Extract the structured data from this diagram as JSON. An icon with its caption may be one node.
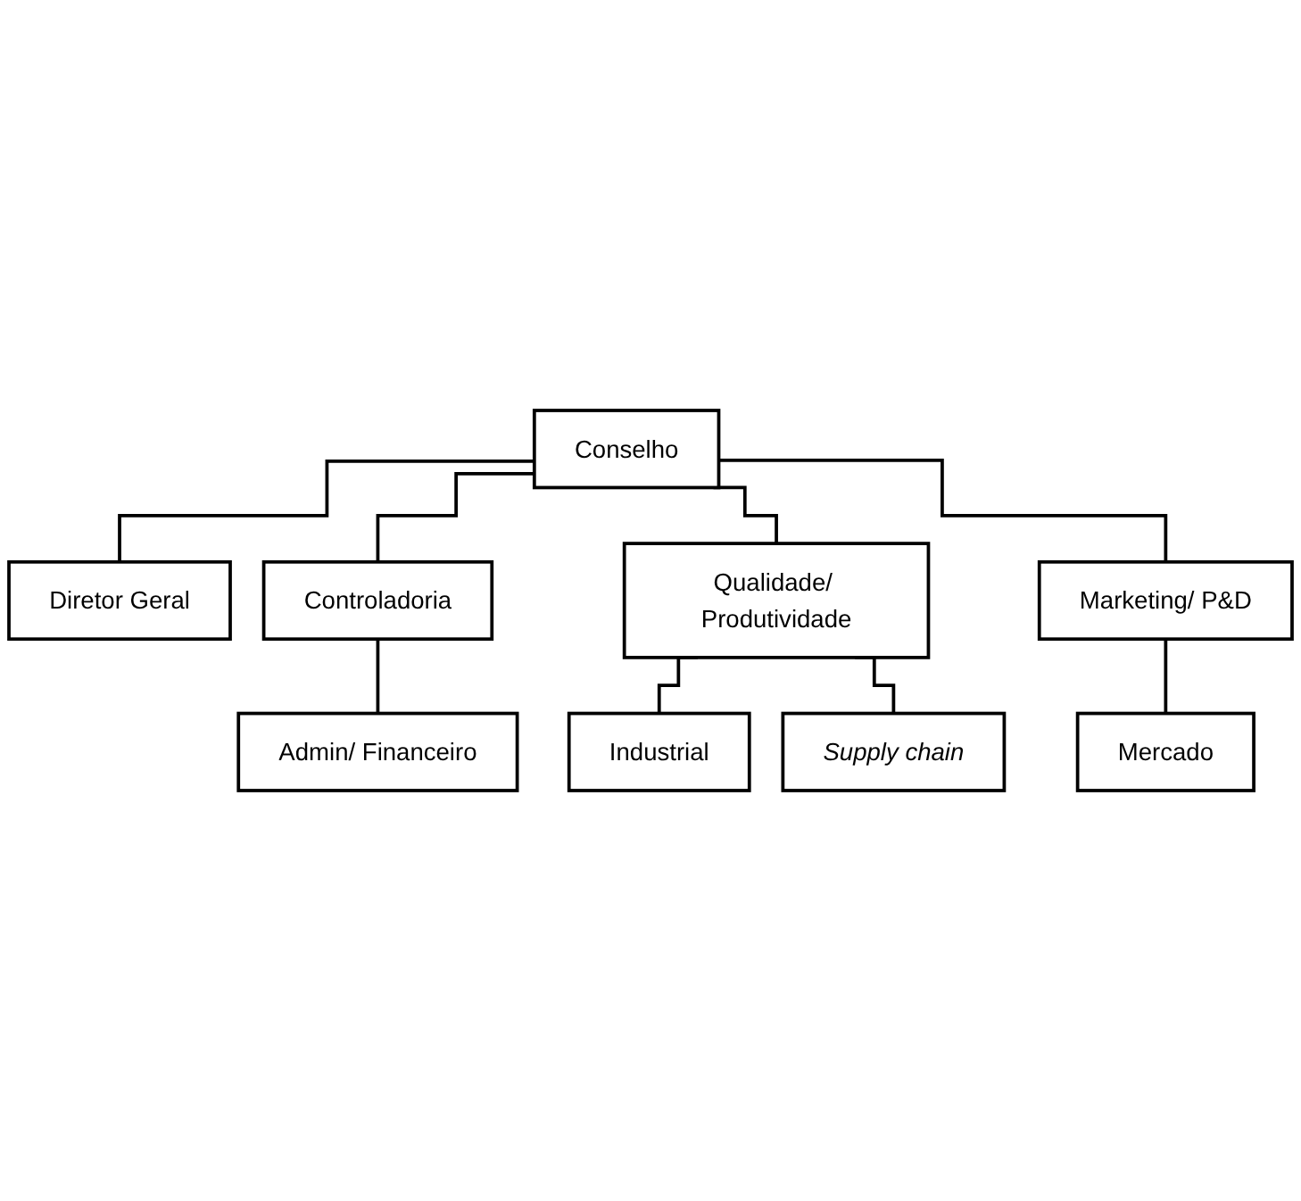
{
  "diagram": {
    "nodes": [
      {
        "text": [
          "Conselho"
        ]
      },
      {
        "text": [
          "Diretor Geral"
        ]
      },
      {
        "text": [
          "Controladoria"
        ]
      },
      {
        "text": [
          "Qualidade/ Produtividade"
        ]
      },
      {
        "text": [
          "Marketing/ P&D"
        ]
      },
      {
        "text": [
          "Admin/ Financeiro"
        ]
      },
      {
        "text": [
          "Industrial"
        ]
      },
      {
        "text": [
          "Mercado"
        ]
      },
      {
        "text": [
          "Supply chain"
        ]
      }
    ],
    "edges": [
      {
        "from": 0,
        "to": 1,
        "arrow": "none"
      },
      {
        "from": 0,
        "to": 2,
        "arrow": "none"
      },
      {
        "from": 0,
        "to": 3,
        "arrow": "none"
      },
      {
        "from": 0,
        "to": 4,
        "arrow": "none"
      },
      {
        "from": 2,
        "to": 5,
        "arrow": "none"
      },
      {
        "from": 3,
        "to": 6,
        "arrow": "none"
      },
      {
        "from": 3,
        "to": 8,
        "arrow": "none"
      },
      {
        "from": 4,
        "to": 7,
        "arrow": "none"
      }
    ]
  }
}
